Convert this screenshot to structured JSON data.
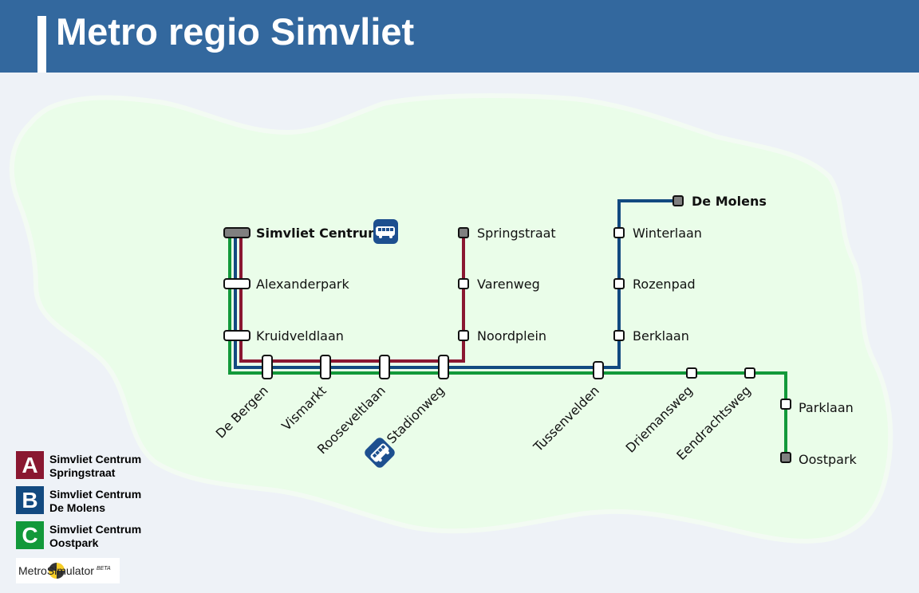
{
  "header": {
    "title": "Metro regio Simvliet"
  },
  "colors": {
    "background": "#eef2f7",
    "header": "#33689e",
    "land": "#eafde9",
    "line_A": "#8a1731",
    "line_B": "#124a80",
    "line_C": "#12993a",
    "terminus_fill": "#808080",
    "station_fill": "#ffffff",
    "bus_icon": "#1d4f8f"
  },
  "map": {
    "stations": {
      "simvliet_centrum": "Simvliet Centrum",
      "alexanderpark": "Alexanderpark",
      "kruidveldlaan": "Kruidveldlaan",
      "de_bergen": "De Bergen",
      "vismarkt": "Vismarkt",
      "rooseveltlaan": "Rooseveltlaan",
      "stadionweg": "Stadionweg",
      "springstraat": "Springstraat",
      "varenweg": "Varenweg",
      "noordplein": "Noordplein",
      "tussenvelden": "Tussenvelden",
      "de_molens": "De Molens",
      "winterlaan": "Winterlaan",
      "rozenpad": "Rozenpad",
      "berklaan": "Berklaan",
      "driemansweg": "Driemansweg",
      "eendrachtsweg": "Eendrachtsweg",
      "parklaan": "Parklaan",
      "oostpark": "Oostpark"
    },
    "bus_stops": [
      "Simvliet Centrum",
      "Stadionweg"
    ]
  },
  "legend": [
    {
      "badge": "A",
      "line1": "Simvliet Centrum",
      "line2": "Springstraat",
      "color": "#8a1731"
    },
    {
      "badge": "B",
      "line1": "Simvliet Centrum",
      "line2": "De Molens",
      "color": "#124a80"
    },
    {
      "badge": "C",
      "line1": "Simvliet Centrum",
      "line2": "Oostpark",
      "color": "#12993a"
    }
  ],
  "brand": {
    "name_pre": "Metro",
    "name_post": "imulator",
    "name_mid": "S",
    "beta": "BETA"
  }
}
